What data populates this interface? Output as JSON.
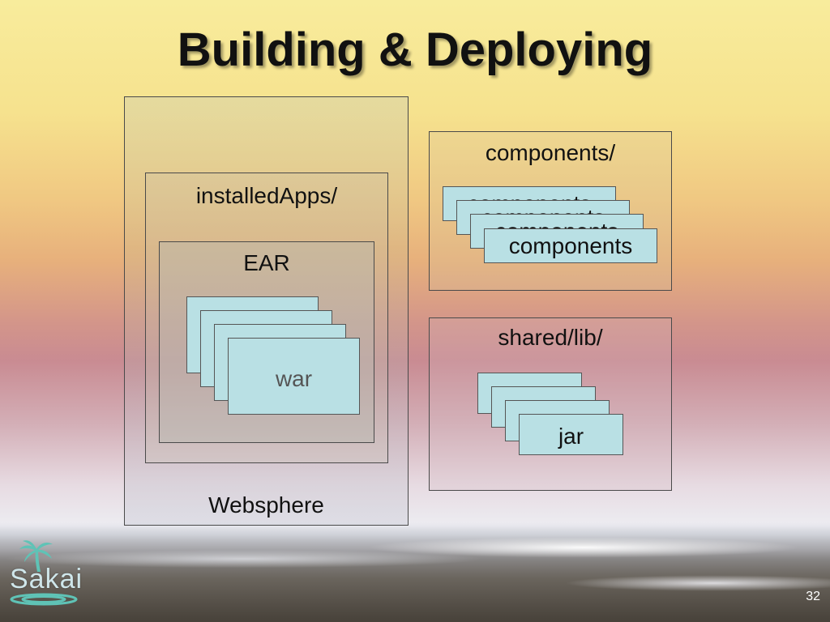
{
  "slide": {
    "title": "Building & Deploying",
    "page_number": "32"
  },
  "logo": {
    "text": "Sakai",
    "icon": "palm-tree-icon"
  },
  "diagram": {
    "websphere_label": "Websphere",
    "installed_apps_label": "installedApps/",
    "ear_label": "EAR",
    "war_cards": [
      "war",
      "war",
      "war",
      "war"
    ],
    "components_label": "components/",
    "component_cards": [
      "components",
      "components",
      "components",
      "components"
    ],
    "shared_lib_label": "shared/lib/",
    "jar_cards": [
      "jar",
      "jar",
      "jar",
      "jar"
    ]
  },
  "colors": {
    "card_fill": "#b9e0e4",
    "box_border": "#4a4a4a"
  }
}
